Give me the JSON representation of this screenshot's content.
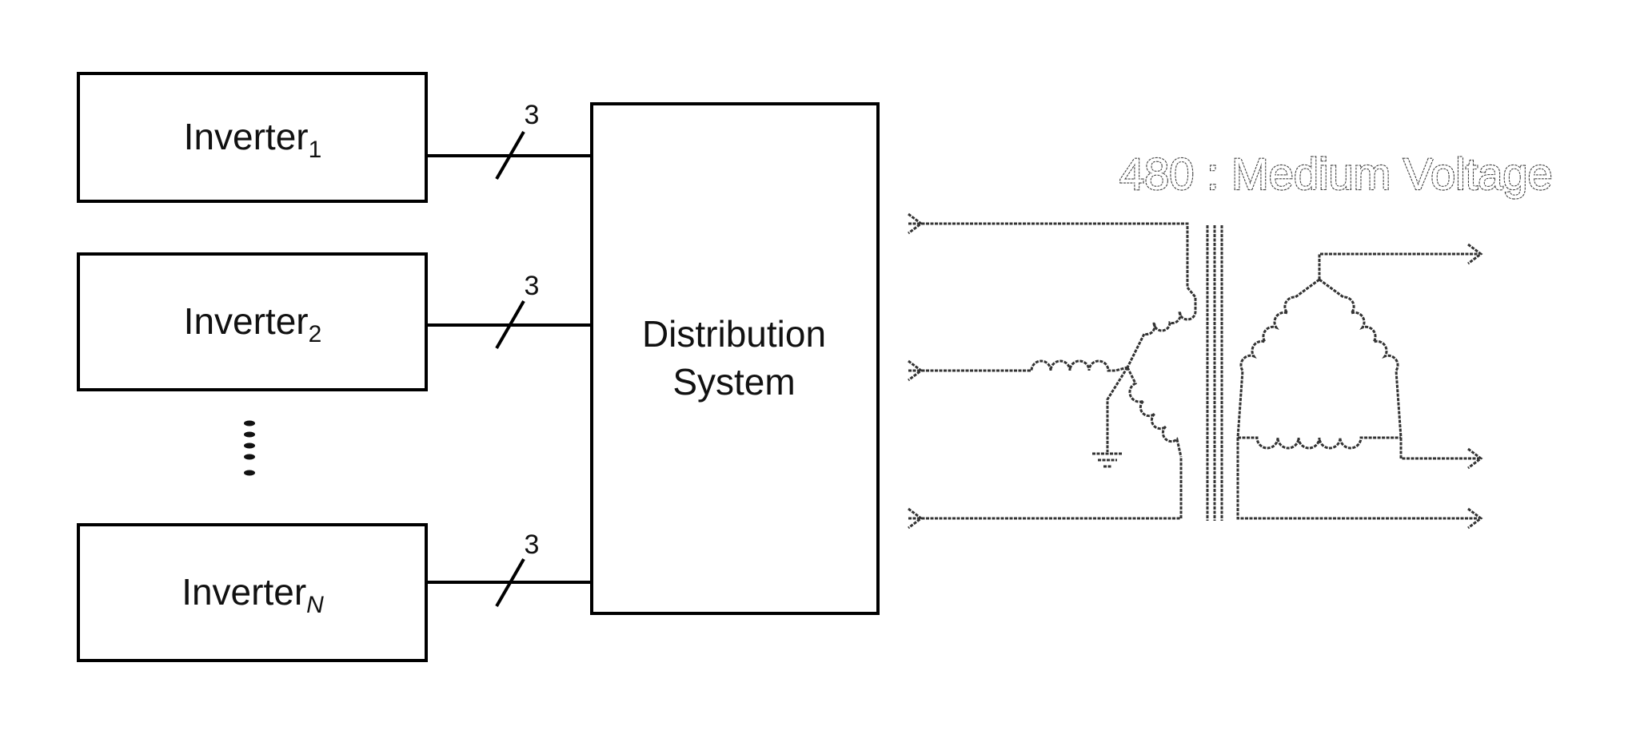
{
  "inverters": [
    {
      "name": "Inverter",
      "subscript": "1",
      "phase_count": "3"
    },
    {
      "name": "Inverter",
      "subscript": "2",
      "phase_count": "3"
    },
    {
      "name": "Inverter",
      "subscript": "N",
      "phase_count": "3"
    }
  ],
  "distribution": {
    "line1": "Distribution",
    "line2": "System"
  },
  "transformer": {
    "ratio_label": "480 : Medium Voltage"
  }
}
